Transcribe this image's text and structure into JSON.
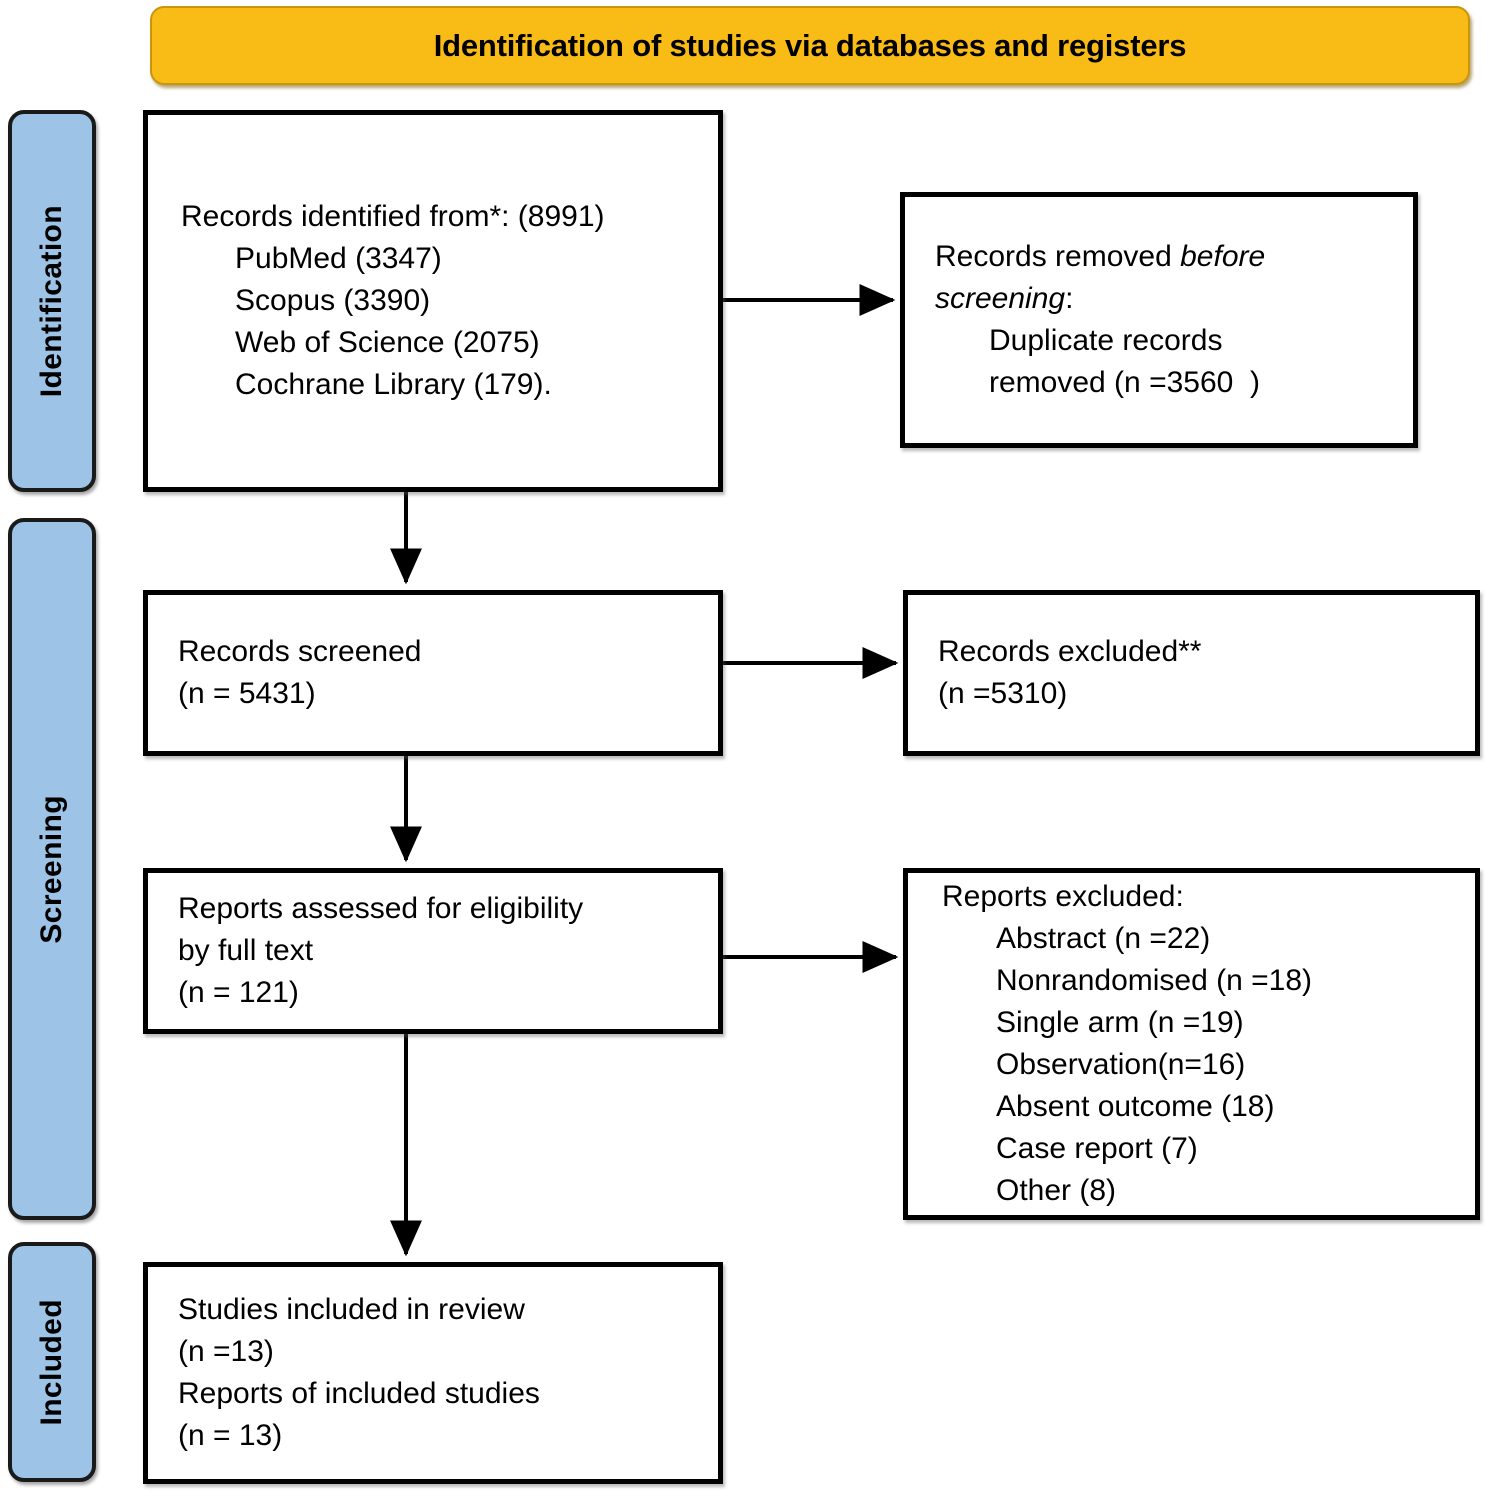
{
  "header": {
    "title": "Identification of studies via databases and registers"
  },
  "stages": [
    {
      "id": "identification",
      "label": "Identification"
    },
    {
      "id": "screening",
      "label": "Screening"
    },
    {
      "id": "included",
      "label": "Included"
    }
  ],
  "boxes": {
    "identified": {
      "lines": [
        "Records identified from*: (8991)",
        "PubMed (3347)",
        "Scopus (3390)",
        "Web of Science (2075)",
        "Cochrane Library (179)."
      ]
    },
    "removed": {
      "line1_plain": "Records removed ",
      "line1_italic": "before",
      "line2_italic": "screening",
      "line2_plain": ":",
      "line3": "Duplicate records",
      "line4": "removed (n =3560  )"
    },
    "screened": {
      "lines": [
        "Records screened",
        "(n = 5431)"
      ]
    },
    "excluded": {
      "lines": [
        "Records excluded**",
        "(n =5310)"
      ]
    },
    "eligibility": {
      "lines": [
        "Reports assessed for eligibility",
        "by full text",
        "(n = 121)"
      ]
    },
    "reports_excluded": {
      "heading": "Reports excluded:",
      "items": [
        "Abstract (n =22)",
        "Nonrandomised (n =18)",
        "Single arm (n =19)",
        "Observation(n=16)",
        "Absent outcome (18)",
        "Case report (7)",
        "Other (8)"
      ]
    },
    "included": {
      "lines": [
        "Studies included in review",
        "(n =13)",
        "Reports of included studies",
        "(n = 13)"
      ]
    }
  },
  "colors": {
    "header_fill": "#f9bb15",
    "stage_fill": "#9dc3e6",
    "box_border": "#000000",
    "box_fill": "#ffffff",
    "connector": "#000000"
  },
  "chart_data": {
    "type": "flowchart",
    "title": "PRISMA 2020 flow diagram",
    "nodes": [
      {
        "id": "identified",
        "stage": "Identification",
        "total": 8991,
        "sources": {
          "PubMed": 3347,
          "Scopus": 3390,
          "Web of Science": 2075,
          "Cochrane Library": 179
        }
      },
      {
        "id": "removed",
        "stage": "Identification",
        "duplicates_removed": 3560
      },
      {
        "id": "screened",
        "stage": "Screening",
        "n": 5431
      },
      {
        "id": "excluded",
        "stage": "Screening",
        "n": 5310
      },
      {
        "id": "eligibility",
        "stage": "Screening",
        "n": 121
      },
      {
        "id": "reports_excluded",
        "stage": "Screening",
        "reasons": {
          "Abstract": 22,
          "Nonrandomised": 18,
          "Single arm": 19,
          "Observation": 16,
          "Absent outcome": 18,
          "Case report": 7,
          "Other": 8
        }
      },
      {
        "id": "included",
        "stage": "Included",
        "studies": 13,
        "reports": 13
      }
    ],
    "edges": [
      {
        "from": "identified",
        "to": "removed",
        "direction": "right"
      },
      {
        "from": "identified",
        "to": "screened",
        "direction": "down"
      },
      {
        "from": "screened",
        "to": "excluded",
        "direction": "right"
      },
      {
        "from": "screened",
        "to": "eligibility",
        "direction": "down"
      },
      {
        "from": "eligibility",
        "to": "reports_excluded",
        "direction": "right"
      },
      {
        "from": "eligibility",
        "to": "included",
        "direction": "down"
      }
    ]
  }
}
